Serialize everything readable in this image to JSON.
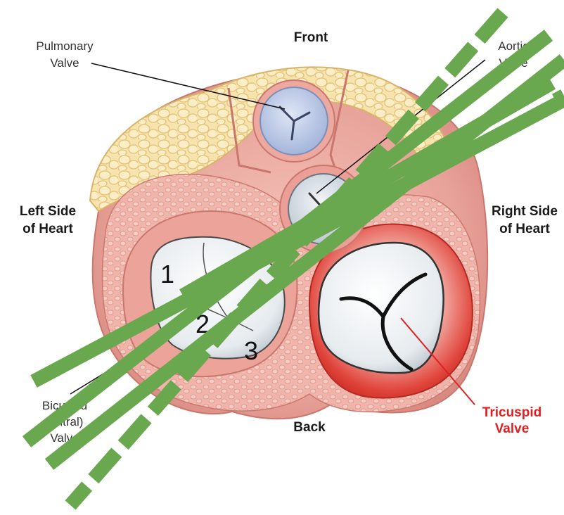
{
  "labels": {
    "front": "Front",
    "back": "Back",
    "left_side": [
      "Left Side",
      "of Heart"
    ],
    "right_side": [
      "Right Side",
      "of Heart"
    ],
    "pulmonary": [
      "Pulmonary",
      "Valve"
    ],
    "aortic": [
      "Aortic",
      "Valve"
    ],
    "bicuspid": [
      "Bicuspid",
      "(mitral)",
      "Valve"
    ],
    "tricuspid": [
      "Tricuspid",
      "Valve"
    ]
  },
  "numbers": [
    "1",
    "2",
    "3"
  ],
  "colors": {
    "tissue": "#e8a8a0",
    "tissue_dark": "#d98a82",
    "fat": "#f6e0a8",
    "fat_edge": "#e2c074",
    "valve_blue": "#b9c8e6",
    "valve_white": "#eef1f4",
    "tricuspid_red": "#e02020",
    "annotation_green": "#6aa84f"
  }
}
